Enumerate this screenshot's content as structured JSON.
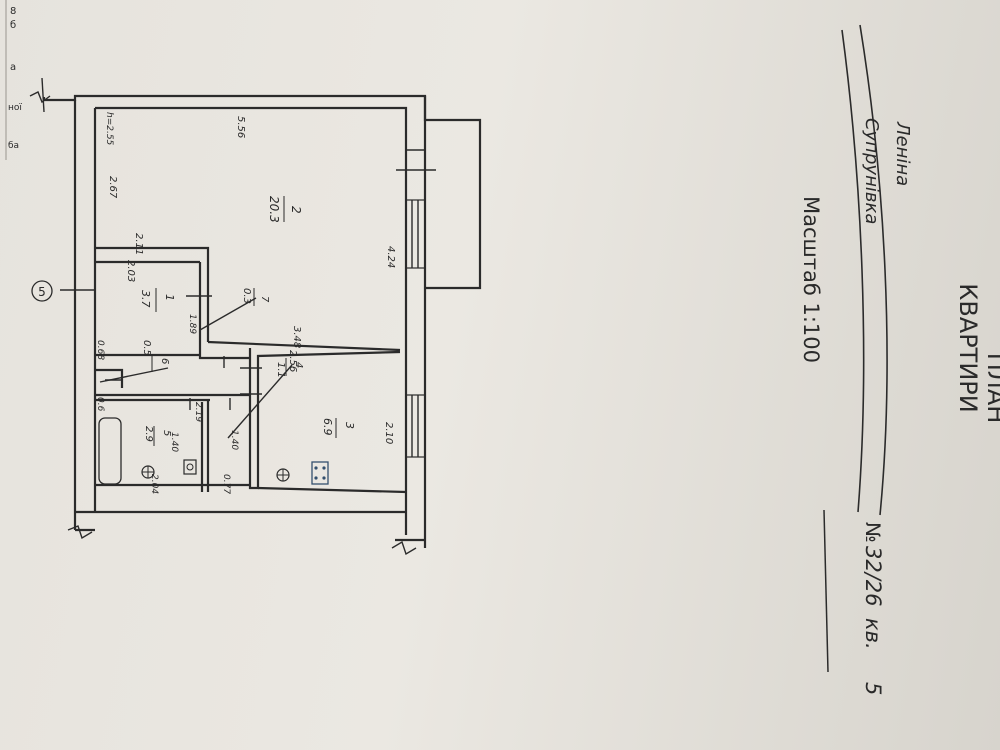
{
  "title": {
    "line1": "ПЛАН",
    "line2": "КВАРТИРИ"
  },
  "streets": {
    "street1": "Леніна",
    "street2": "Супрунівка"
  },
  "scale_label": "Масштаб 1:100",
  "number": {
    "prefix": "№",
    "value": "32/26",
    "apt_prefix": "кв.",
    "apt": "5"
  },
  "axis_mark": "5",
  "ceiling_height": "h=2.55",
  "rooms": [
    {
      "id": "room-2",
      "number": "2",
      "area": "20.3"
    },
    {
      "id": "room-1",
      "number": "1",
      "area": "3.7"
    },
    {
      "id": "room-7",
      "number": "7",
      "area": "0.3"
    },
    {
      "id": "room-4",
      "number": "4",
      "area": "1.1"
    },
    {
      "id": "room-6",
      "number": "6",
      "area": "0.5"
    },
    {
      "id": "room-3",
      "number": "3",
      "area": "6.9"
    },
    {
      "id": "room-5",
      "number": "5",
      "area": "2.9"
    }
  ],
  "dimensions": {
    "d_556": "5.56",
    "d_267": "2.67",
    "d_211": "2.11",
    "d_203": "2.03",
    "d_424": "4.24",
    "d_189": "1.89",
    "d_348": "3.48",
    "d_256": "2.56",
    "d_068": "0.68",
    "d_06": "0.6",
    "d_219": "2.19",
    "d_140a": "1.40",
    "d_140b": "1.40",
    "d_210": "2.10",
    "d_204": "2.04",
    "d_077": "0.77"
  },
  "edge_fragments": {
    "f1": "8",
    "f2": "б",
    "f3": "а",
    "f4": "ної",
    "f5": "ба"
  }
}
